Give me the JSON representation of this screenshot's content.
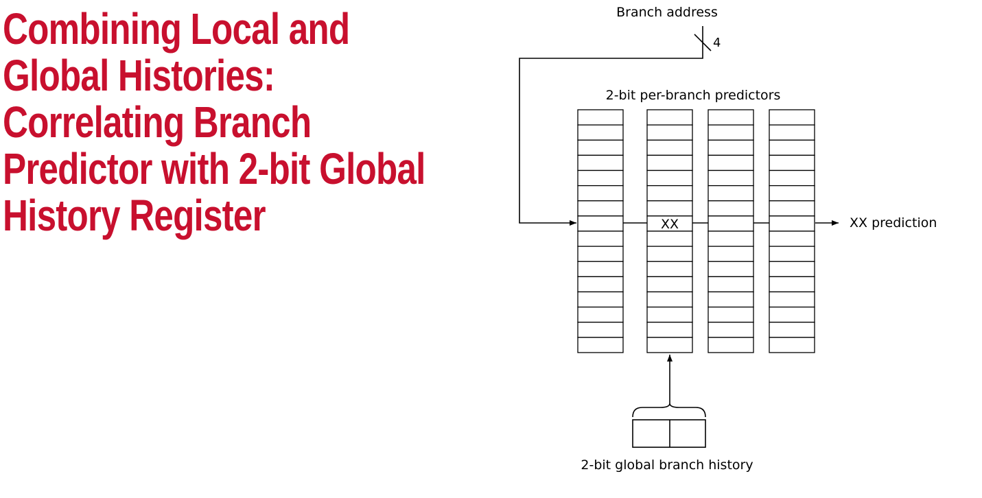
{
  "title": {
    "lines": [
      "Combining Local and",
      "Global Histories:",
      "Correlating Branch",
      "Predictor with 2-bit Global",
      "History Register"
    ],
    "color": "#c8102e"
  },
  "diagram": {
    "branch_address_label": "Branch address",
    "bus_width_label": "4",
    "predictors_label": "2-bit per-branch predictors",
    "cell_value": "XX",
    "prediction_label": "XX prediction",
    "history_label": "2-bit global branch history",
    "predictor_table_count": 4,
    "entries_per_table": 16,
    "selected_entry_index": 7,
    "selected_table_index": 1,
    "history_bits": 2
  }
}
